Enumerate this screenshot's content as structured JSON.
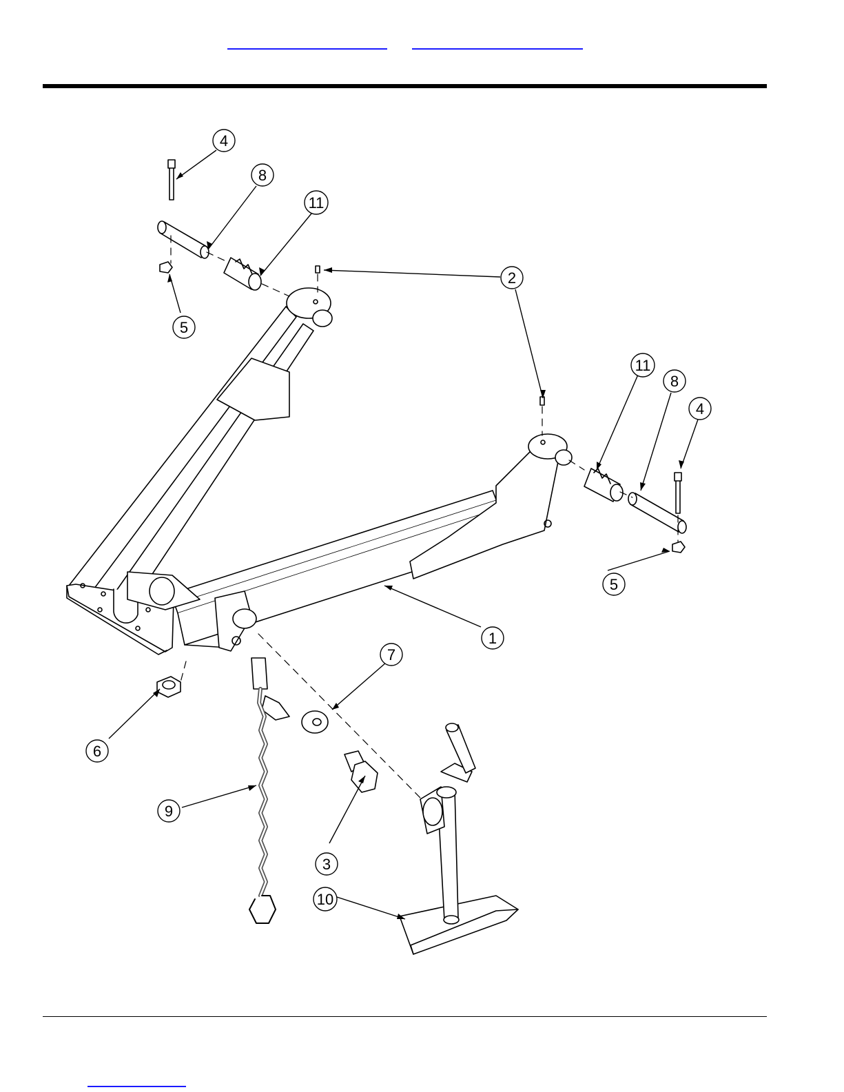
{
  "header": {
    "nav_links": [
      "",
      ""
    ]
  },
  "footer": {
    "nav_link": ""
  },
  "diagram": {
    "callouts": [
      {
        "id": "c4a",
        "label": "4"
      },
      {
        "id": "c8a",
        "label": "8"
      },
      {
        "id": "c11a",
        "label": "11"
      },
      {
        "id": "c5a",
        "label": "5"
      },
      {
        "id": "c2",
        "label": "2"
      },
      {
        "id": "c11b",
        "label": "11"
      },
      {
        "id": "c8b",
        "label": "8"
      },
      {
        "id": "c4b",
        "label": "4"
      },
      {
        "id": "c5b",
        "label": "5"
      },
      {
        "id": "c1",
        "label": "1"
      },
      {
        "id": "c7",
        "label": "7"
      },
      {
        "id": "c6",
        "label": "6"
      },
      {
        "id": "c9",
        "label": "9"
      },
      {
        "id": "c3",
        "label": "3"
      },
      {
        "id": "c10",
        "label": "10"
      }
    ]
  }
}
